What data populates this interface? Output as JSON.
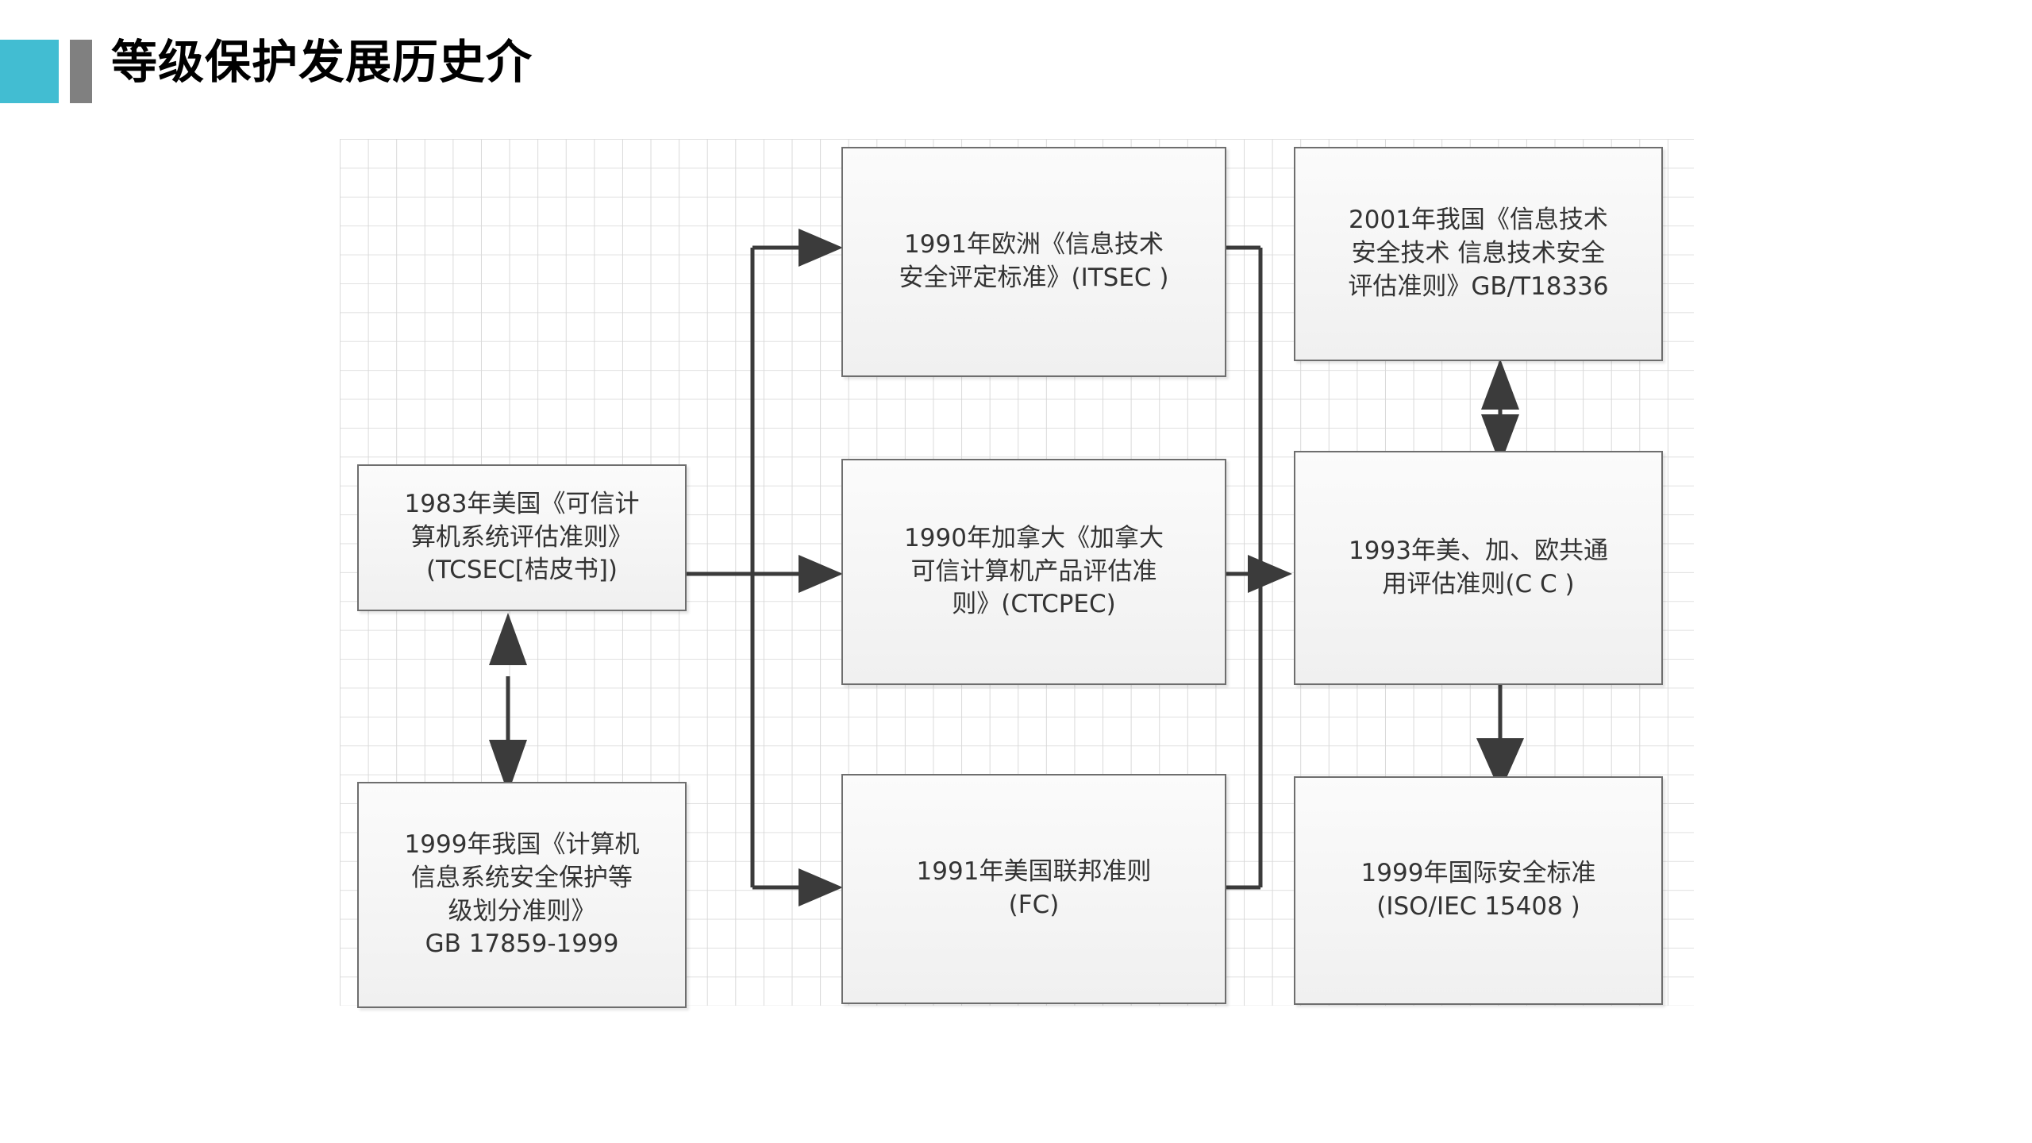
{
  "header": {
    "title": "等级保护发展历史介",
    "accent_color": "#42bdd2",
    "bar_color": "#808080"
  },
  "diagram": {
    "type": "flowchart",
    "background": "grid-paper",
    "node_fill": "#f2f2f2",
    "node_border": "#6e6e6e",
    "connector_color": "#3b3b3b",
    "nodes": [
      {
        "id": "tcsec",
        "column": "left",
        "row": "middle",
        "text": "1983年美国《可信计\n算机系统评估准则》\n(TCSEC[桔皮书])"
      },
      {
        "id": "gb17859",
        "column": "left",
        "row": "bottom",
        "text": "1999年我国《计算机\n信息系统安全保护等\n级划分准则》\nGB 17859-1999"
      },
      {
        "id": "itsec",
        "column": "middle",
        "row": "top",
        "text": "1991年欧洲《信息技术\n安全评定标准》(ITSEC )"
      },
      {
        "id": "ctcpec",
        "column": "middle",
        "row": "middle",
        "text": "1990年加拿大《加拿大\n可信计算机产品评估准\n则》(CTCPEC)"
      },
      {
        "id": "fc",
        "column": "middle",
        "row": "bottom",
        "text": "1991年美国联邦准则\n(FC)"
      },
      {
        "id": "gbt18336",
        "column": "right",
        "row": "top",
        "text": "2001年我国《信息技术\n安全技术 信息技术安全\n评估准则》GB/T18336"
      },
      {
        "id": "cc",
        "column": "right",
        "row": "middle",
        "text": "1993年美、加、欧共通\n用评估准则(C C )"
      },
      {
        "id": "iso",
        "column": "right",
        "row": "bottom",
        "text": "1999年国际安全标准\n(ISO/IEC 15408 )"
      }
    ],
    "edges": [
      {
        "from": "tcsec",
        "to": "gb17859",
        "style": "double-arrow-vertical"
      },
      {
        "from": "tcsec",
        "to": "itsec",
        "style": "elbow-arrow-right"
      },
      {
        "from": "tcsec",
        "to": "ctcpec",
        "style": "straight-arrow-right"
      },
      {
        "from": "tcsec",
        "to": "fc",
        "style": "elbow-arrow-right"
      },
      {
        "from": "itsec",
        "to": "cc",
        "style": "elbow-arrow-right"
      },
      {
        "from": "ctcpec",
        "to": "cc",
        "style": "straight-arrow-right"
      },
      {
        "from": "fc",
        "to": "cc",
        "style": "elbow-arrow-right"
      },
      {
        "from": "gbt18336",
        "to": "cc",
        "style": "double-arrow-vertical"
      },
      {
        "from": "cc",
        "to": "iso",
        "style": "arrow-down"
      }
    ]
  }
}
